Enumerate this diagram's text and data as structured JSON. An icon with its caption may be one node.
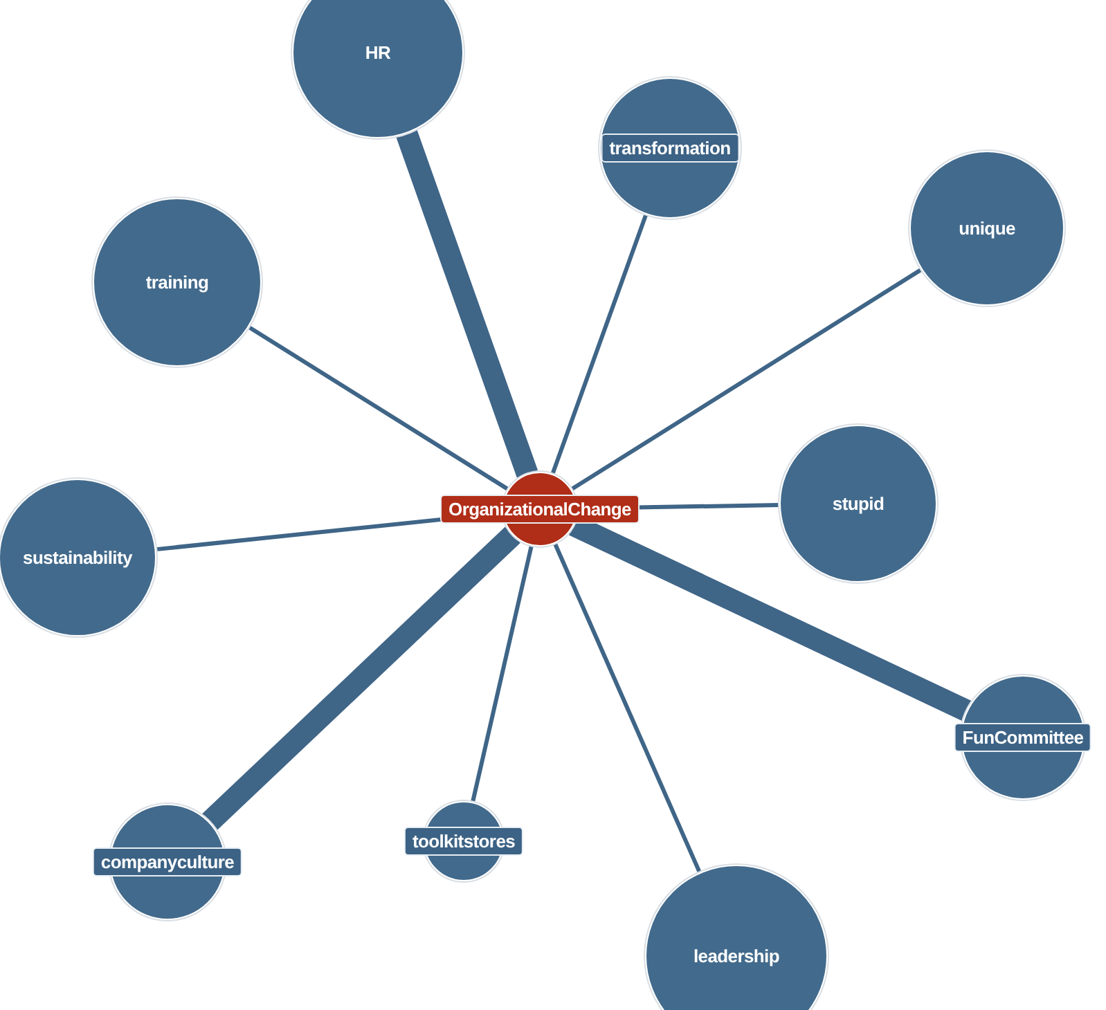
{
  "diagram": {
    "nodes": [
      {
        "text": [
          "OrganizationalChange"
        ]
      },
      {
        "text": [
          "HR"
        ]
      },
      {
        "text": [
          "transformation"
        ]
      },
      {
        "text": [
          "unique"
        ]
      },
      {
        "text": [
          "training"
        ]
      },
      {
        "text": [
          "sustainability"
        ]
      },
      {
        "text": [
          "stupid"
        ]
      },
      {
        "text": [
          "FunCommittee"
        ]
      },
      {
        "text": [
          "companyculture"
        ]
      },
      {
        "text": [
          "toolkitstores"
        ]
      },
      {
        "text": [
          "leadership"
        ]
      }
    ],
    "edges": [
      {
        "from": 0,
        "to": 1,
        "arrow": "none",
        "style": "thick"
      },
      {
        "from": 0,
        "to": 2,
        "arrow": "none"
      },
      {
        "from": 0,
        "to": 3,
        "arrow": "none"
      },
      {
        "from": 0,
        "to": 4,
        "arrow": "none"
      },
      {
        "from": 0,
        "to": 5,
        "arrow": "none"
      },
      {
        "from": 0,
        "to": 6,
        "arrow": "none"
      },
      {
        "from": 0,
        "to": 7,
        "arrow": "none",
        "style": "thick"
      },
      {
        "from": 0,
        "to": 8,
        "arrow": "none",
        "style": "thick"
      },
      {
        "from": 0,
        "to": 9,
        "arrow": "none"
      },
      {
        "from": 0,
        "to": 10,
        "arrow": "none"
      }
    ]
  }
}
